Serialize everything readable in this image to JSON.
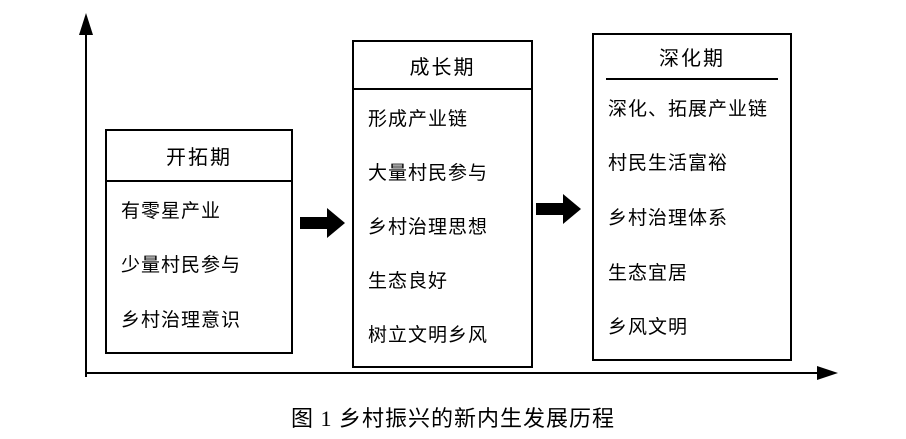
{
  "figure": {
    "caption": "图 1 乡村振兴的新内生发展历程"
  },
  "colors": {
    "ink": "#000000",
    "background": "#ffffff"
  },
  "icons": {
    "y_axis_arrowhead": "arrow-up",
    "x_axis_arrowhead": "arrow-right",
    "stage_transition": "bold-right-block-arrow"
  },
  "stages": [
    {
      "title": "开拓期",
      "items": [
        "有零星产业",
        "少量村民参与",
        "乡村治理意识"
      ]
    },
    {
      "title": "成长期",
      "items": [
        "形成产业链",
        "大量村民参与",
        "乡村治理思想",
        "生态良好",
        "树立文明乡风"
      ]
    },
    {
      "title": "深化期",
      "items": [
        "深化、拓展产业链",
        "村民生活富裕",
        "乡村治理体系",
        "生态宜居",
        "乡风文明"
      ]
    }
  ]
}
